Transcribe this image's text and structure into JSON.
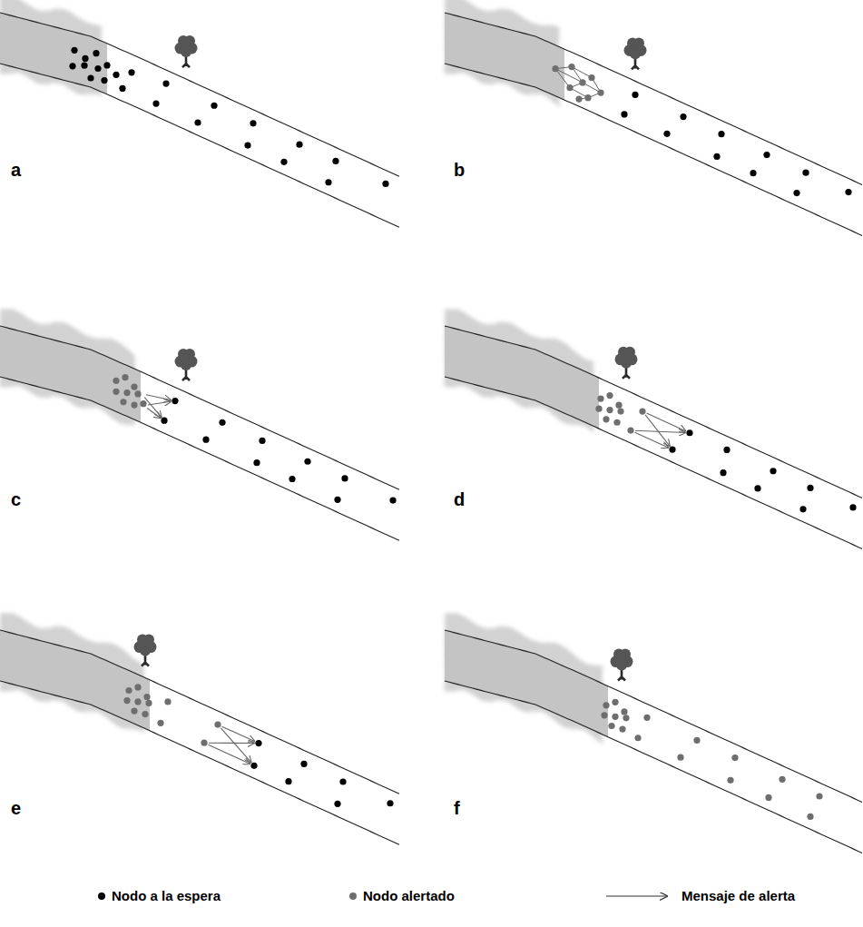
{
  "diagram": {
    "labels": [
      "a",
      "b",
      "c",
      "d",
      "e",
      "f"
    ],
    "legend": [
      {
        "text": "Nodo a la espera",
        "color": "#000000"
      },
      {
        "text": "Nodo alertado",
        "color": "#6e6e6e"
      },
      {
        "text": "Mensaje de alerta"
      }
    ]
  }
}
